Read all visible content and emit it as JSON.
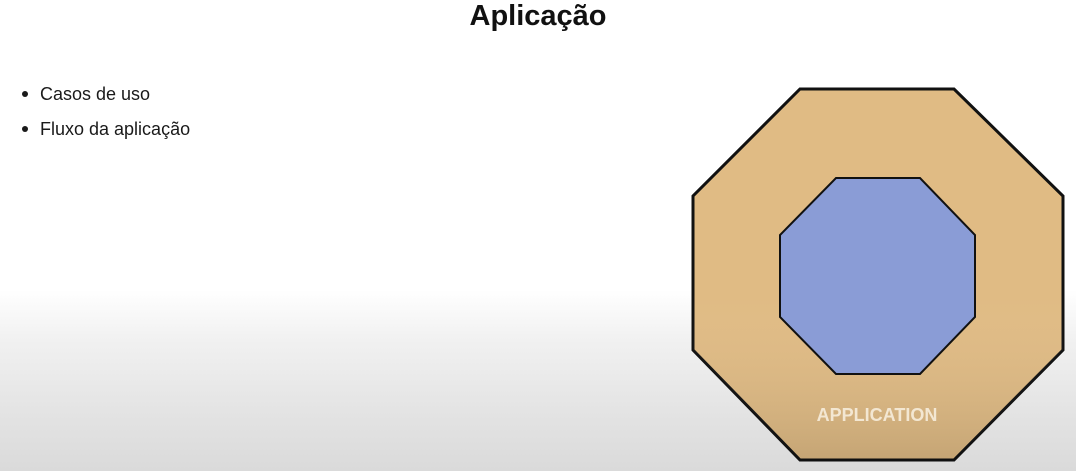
{
  "slide": {
    "title": "Aplicação",
    "bullets": [
      "Casos de uso",
      "Fluxo da aplicação"
    ]
  },
  "diagram": {
    "outer_layer": {
      "label": "APPLICATION",
      "fill": "#e0bb84",
      "stroke": "#111111"
    },
    "inner_layer": {
      "label": "",
      "fill": "#8a9cd6",
      "stroke": "#111111"
    }
  }
}
